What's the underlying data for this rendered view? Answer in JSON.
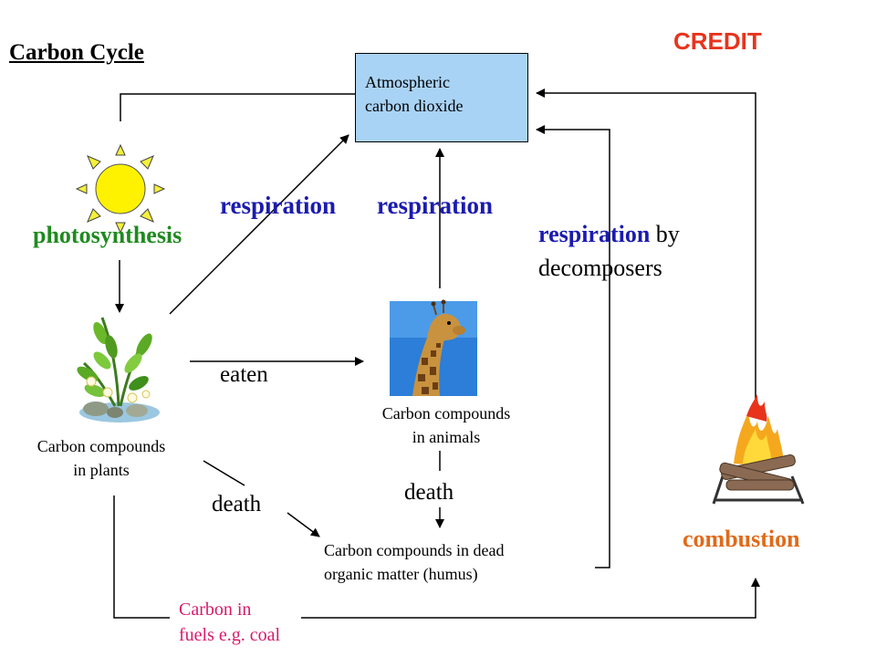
{
  "title": "Carbon Cycle",
  "credit": "CREDIT",
  "atmosphere": {
    "line1": "Atmospheric",
    "line2": "carbon dioxide"
  },
  "process_labels": {
    "photosynthesis": "photosynthesis",
    "respiration_plants": "respiration",
    "respiration_animals": "respiration",
    "respiration_decomposers_bold": "respiration",
    "respiration_decomposers_rest": " by",
    "decomposers": "decomposers",
    "eaten": "eaten",
    "death_plants": "death",
    "death_animals": "death",
    "combustion": "combustion"
  },
  "nodes": {
    "plants": {
      "line1": "Carbon compounds",
      "line2": "in plants"
    },
    "animals": {
      "line1": "Carbon compounds",
      "line2": "in animals"
    },
    "dead_matter": {
      "line1": "Carbon compounds in dead",
      "line2": "organic matter (humus)"
    },
    "fuels": {
      "line1": "Carbon in",
      "line2": "fuels e.g. coal"
    }
  },
  "icons": {
    "sun": "sun-icon",
    "plant": "plant-icon",
    "giraffe": "giraffe-icon",
    "fire": "campfire-icon"
  },
  "colors": {
    "respiration": "#1b1bb0",
    "photosynthesis": "#1f8a1f",
    "combustion": "#e06a1a",
    "credit": "#e8331c",
    "fuels": "#d8196b",
    "atmosphere_box": "#a9d3f5"
  }
}
